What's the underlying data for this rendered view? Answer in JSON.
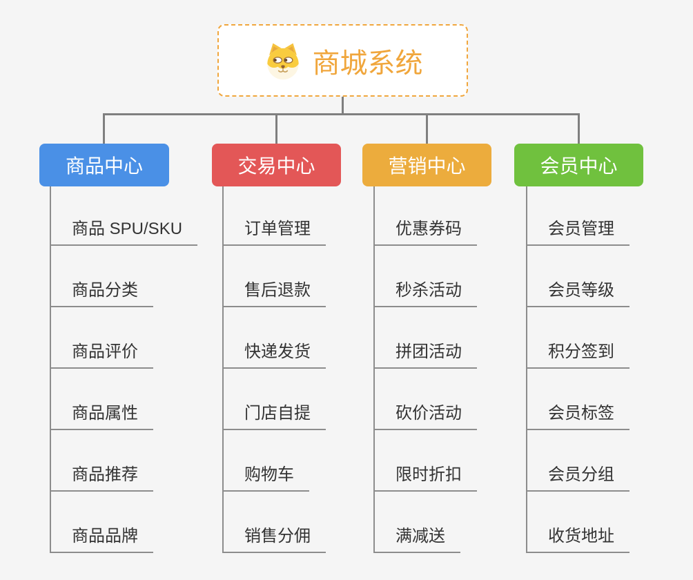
{
  "colors": {
    "background": "#F5F5F5",
    "root_accent": "#F0A63C",
    "root_bg": "#FFFFFF",
    "connector": "#7F7F7F",
    "underline": "#8C8C8C",
    "item_text": "#333333"
  },
  "root": {
    "title": "商城系统",
    "icon": "dog-face-icon"
  },
  "branches": [
    {
      "label": "商品中心",
      "color": "#4A90E6",
      "items": [
        "商品 SPU/SKU",
        "商品分类",
        "商品评价",
        "商品属性",
        "商品推荐",
        "商品品牌"
      ]
    },
    {
      "label": "交易中心",
      "color": "#E35757",
      "items": [
        "订单管理",
        "售后退款",
        "快递发货",
        "门店自提",
        "购物车",
        "销售分佣"
      ]
    },
    {
      "label": "营销中心",
      "color": "#ECAC3D",
      "items": [
        "优惠券码",
        "秒杀活动",
        "拼团活动",
        "砍价活动",
        "限时折扣",
        "满减送"
      ]
    },
    {
      "label": "会员中心",
      "color": "#70C13E",
      "items": [
        "会员管理",
        "会员等级",
        "积分签到",
        "会员标签",
        "会员分组",
        "收货地址"
      ]
    }
  ]
}
